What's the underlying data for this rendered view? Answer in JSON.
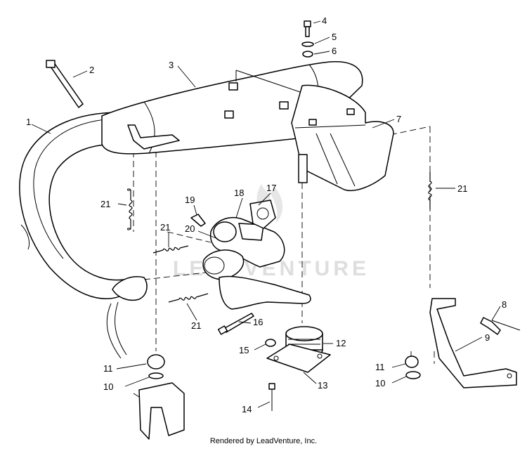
{
  "diagram": {
    "watermark": "LEADVENTURE",
    "footer": "Rendered by LeadVenture, Inc.",
    "callouts": {
      "c1": "1",
      "c2": "2",
      "c3": "3",
      "c4": "4",
      "c5": "5",
      "c6": "6",
      "c7": "7",
      "c8": "8",
      "c9": "9",
      "c10a": "10",
      "c10b": "10",
      "c11a": "11",
      "c11b": "11",
      "c12": "12",
      "c13": "13",
      "c14": "14",
      "c15": "15",
      "c16": "16",
      "c17": "17",
      "c18": "18",
      "c19": "19",
      "c20": "20",
      "c21a": "21",
      "c21b": "21",
      "c21c": "21",
      "c21d": "21"
    }
  }
}
